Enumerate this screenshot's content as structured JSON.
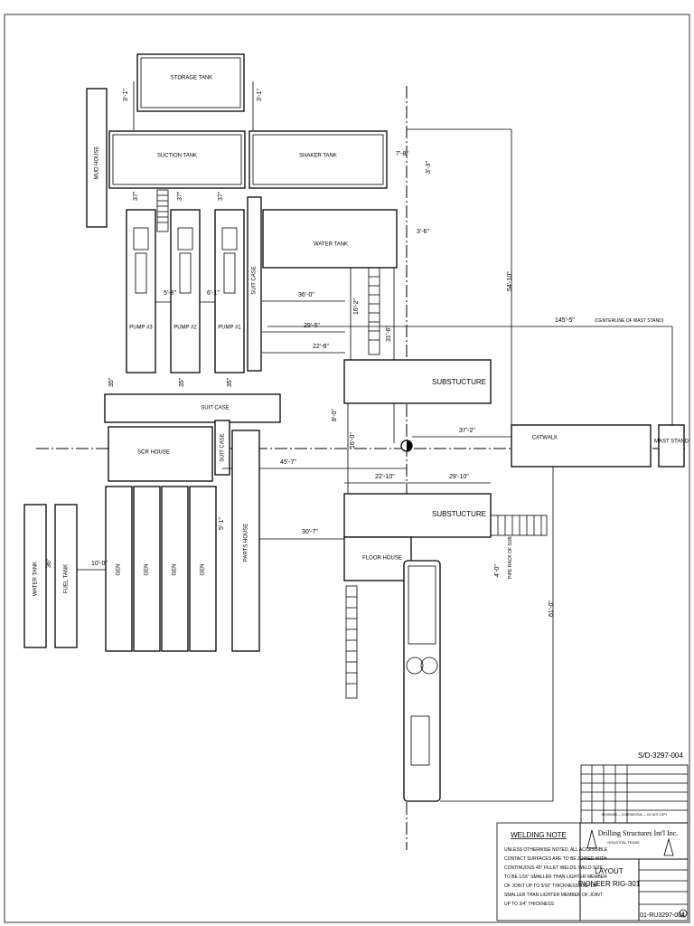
{
  "equipment": {
    "storage_tank": "STORAGE TANK",
    "mud_house": "MUD HOUSE",
    "suction_tank": "SUCTION TANK",
    "shaker_tank": "SHAKER TANK",
    "water_tank_top": "WATER TANK",
    "pump3": "PUMP #3",
    "pump2": "PUMP #2",
    "pump1": "PUMP #1",
    "suit_case_vertical": "SUIT CASE",
    "suit_case_horizontal": "SUIT CASE",
    "scr_house": "SCR HOUSE",
    "suit_case_small": "SUIT CASE",
    "substructure_top": "SUBSTUCTURE",
    "substructure_bottom": "SUBSTUCTURE",
    "catwalk": "CATWALK",
    "mast_stand": "MAST STAND",
    "floor_house": "FLOOR HOUSE",
    "water_tank_left": "WATER TANK",
    "fuel_tank": "FUEL TANK",
    "gen": [
      "GEN",
      "GEN",
      "GEN",
      "GEN"
    ],
    "parts_house": "PARTS HOUSE"
  },
  "dimensions": {
    "d_3_1_left": "3'-1\"",
    "d_3_1_right": "3'-1\"",
    "d_7_8": "7'-8\"",
    "d_3_3": "3'-3\"",
    "d_3_6": "3'-6\"",
    "d_54_10": "54'-10\"",
    "d_37_a": "37\"",
    "d_37_b": "37\"",
    "d_37_c": "37\"",
    "d_5_8": "5'-8\"",
    "d_6_1a": "6'-1\"",
    "d_36_0": "36'-0\"",
    "d_16_2": "16'-2\"",
    "d_29_5": "29'-5\"",
    "d_22_8": "22'-8\"",
    "d_31_6": "31'-6\"",
    "d_145_5": "145'-5\"",
    "d_centerline_note": "(CENTERLINE OF MAST STAND)",
    "d_35a": "35\"",
    "d_35b": "35\"",
    "d_35c": "35\"",
    "d_8_0": "8'-0\"",
    "d_37_2": "37'-2\"",
    "d_16_0": "16'-0\"",
    "d_45_7": "45'-7\"",
    "d_22_10": "22'-10\"",
    "d_29_10": "29'-10\"",
    "d_30_7": "30'-7\"",
    "d_10_0": "10'-0\"",
    "d_36": "36\"",
    "d_5_1": "5'-1\"",
    "d_4_0": "4'-0\"",
    "d_pipe_rack_note": "PIPE RACK OF SUB",
    "d_61_0": "61'-0\""
  },
  "title_block": {
    "drawing_number_top": "S/D-3297-004",
    "rev_text": "REVISIONS — CONFIDENTIAL — DO NOT COPY",
    "welding_title": "WELDING NOTE",
    "welding_text": [
      "UNLESS OTHERWISE NOTED, ALL ACCESSIBLE",
      "CONTACT SURFACES ARE TO BE JOINED WITH",
      "CONTINUOUS 45° FILLET WELDS. WELD SIZE",
      "TO BE 1/16\" SMALLER THAN LIGHTER MEMBER",
      "OF JOINT UP TO 5/16\" THICKNESS AND 1/8\"",
      "SMALLER THAN LIGHTER MEMBER OF JOINT",
      "UP TO 3/4\" THICKNESS"
    ],
    "company": "Drilling Structures Int'l Inc.",
    "company_sub": "HOUSTON, TEXAS",
    "drawing_title": "LAYOUT",
    "drawing_subtitle": "PIONEER RIG-301",
    "drawing_number": "01-RU3297-004",
    "rev": "0"
  }
}
